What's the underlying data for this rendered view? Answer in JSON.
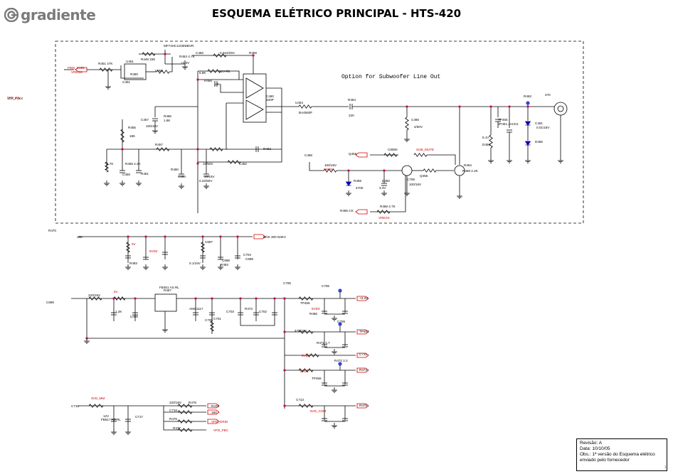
{
  "logo": {
    "text": "gradiente"
  },
  "title": "ESQUEMA ELÉTRICO PRINCIPAL - HTS-420",
  "subwoofer_note": "Option for Subwoofer Line Out",
  "revision": {
    "rev": "Revisão: A",
    "date": "Data: 10/10/05",
    "obs1": "Obs.: 1ª versão do Esquema elétrico",
    "obs2": "enviado pelo fornecedor"
  },
  "page_number": "1",
  "colors": {
    "wire": "#000000",
    "signal": "#cc0000",
    "node": "#cc0066",
    "led": "#0000aa",
    "testpoint": "#3344cc"
  },
  "labels": [
    {
      "text": "FRM_SUBL",
      "color": "#cc0000"
    },
    {
      "text": "VREG3",
      "color": "#cc0000"
    },
    {
      "text": "R451  47K",
      "color": "#000"
    },
    {
      "text": "U451",
      "color": "#000"
    },
    {
      "text": "R450",
      "color": "#000"
    },
    {
      "text": "R449  33K",
      "color": "#000"
    },
    {
      "text": "C451",
      "color": "#000"
    },
    {
      "text": "U452",
      "color": "#000"
    },
    {
      "text": "MF74HC1G08DBVR",
      "color": "#000"
    },
    {
      "text": "R453  4.7K",
      "color": "#000"
    },
    {
      "text": "+3.3V",
      "color": "#000"
    },
    {
      "text": "C456",
      "color": "#000"
    },
    {
      "text": "0.022/25V",
      "color": "#000"
    },
    {
      "text": "R459",
      "color": "#000"
    },
    {
      "text": "6.8K",
      "color": "#000"
    },
    {
      "text": "12V-Filt",
      "color": "#000"
    },
    {
      "text": "R456",
      "color": "#000"
    },
    {
      "text": "10K",
      "color": "#000"
    },
    {
      "text": "C460",
      "color": "#000"
    },
    {
      "text": "100P",
      "color": "#000"
    },
    {
      "text": "U454",
      "color": "#000"
    },
    {
      "text": "BA4560F",
      "color": "#000"
    },
    {
      "text": "R454",
      "color": "#000"
    },
    {
      "text": "220",
      "color": "#000"
    },
    {
      "text": "C466",
      "color": "#000"
    },
    {
      "text": "4/50V",
      "color": "#000"
    },
    {
      "text": "R463",
      "color": "#000"
    },
    {
      "text": "47K",
      "color": "#000"
    },
    {
      "text": "TP455",
      "color": "#000"
    },
    {
      "text": "JP451 JACK2",
      "color": "#000"
    },
    {
      "text": "C461",
      "color": "#000"
    },
    {
      "text": "0.01/16V",
      "color": "#000"
    },
    {
      "text": "D455",
      "color": "#000"
    },
    {
      "text": "5.1V",
      "color": "#000"
    },
    {
      "text": "D456",
      "color": "#000"
    },
    {
      "text": "R466",
      "color": "#000"
    },
    {
      "text": "1.8K",
      "color": "#000"
    },
    {
      "text": "C457",
      "color": "#000"
    },
    {
      "text": "100/16V",
      "color": "#000"
    },
    {
      "text": "R455",
      "color": "#000"
    },
    {
      "text": "18K",
      "color": "#000"
    },
    {
      "text": "R457",
      "color": "#000"
    },
    {
      "text": "4.7K",
      "color": "#000"
    },
    {
      "text": "R458  2.2K",
      "color": "#000"
    },
    {
      "text": "C458",
      "color": "#000"
    },
    {
      "text": "R460",
      "color": "#000"
    },
    {
      "text": "R461",
      "color": "#000"
    },
    {
      "text": "C464",
      "color": "#000"
    },
    {
      "text": "0.22/50V",
      "color": "#000"
    },
    {
      "text": "10/16V",
      "color": "#000"
    },
    {
      "text": "10/50V",
      "color": "#000"
    },
    {
      "text": "C462",
      "color": "#000"
    },
    {
      "text": "R462",
      "color": "#000"
    },
    {
      "text": "C468",
      "color": "#000"
    },
    {
      "text": "100/16V",
      "color": "#000"
    },
    {
      "text": "REFE",
      "color": "#cc0000"
    },
    {
      "text": "R459",
      "color": "#000"
    },
    {
      "text": "470K",
      "color": "#000"
    },
    {
      "text": "D450",
      "color": "#000"
    },
    {
      "text": "3.3V",
      "color": "#000"
    },
    {
      "text": "C708",
      "color": "#000"
    },
    {
      "text": "100/16V",
      "color": "#000"
    },
    {
      "text": "Q456",
      "color": "#000"
    },
    {
      "text": "R464",
      "color": "#000"
    },
    {
      "text": "R469  2.2K",
      "color": "#000"
    },
    {
      "text": "Q455",
      "color": "#000"
    },
    {
      "text": "C8050",
      "color": "#000"
    },
    {
      "text": "SUB_MUTE",
      "color": "#cc0000"
    },
    {
      "text": "R465  CK",
      "color": "#000"
    },
    {
      "text": "R468  4.7K",
      "color": "#000"
    },
    {
      "text": "VREG3",
      "color": "#cc0000"
    },
    {
      "text": "R470",
      "color": "#000"
    },
    {
      "text": "18K",
      "color": "#000"
    },
    {
      "text": "BOX 300 N3KV",
      "color": "#000"
    },
    {
      "text": "5V",
      "color": "#cc0000"
    },
    {
      "text": "5VD2",
      "color": "#cc0000"
    },
    {
      "text": "R483",
      "color": "#000"
    },
    {
      "text": "C697",
      "color": "#000"
    },
    {
      "text": "0.1/16V",
      "color": "#000"
    },
    {
      "text": "C698",
      "color": "#000"
    },
    {
      "text": "R484",
      "color": "#000"
    },
    {
      "text": "C704",
      "color": "#000"
    },
    {
      "text": "C699",
      "color": "#000"
    },
    {
      "text": "C696",
      "color": "#000"
    },
    {
      "text": "220/16V",
      "color": "#000"
    },
    {
      "text": "5V",
      "color": "#cc0000"
    },
    {
      "text": "FB451 AS RL",
      "color": "#000"
    },
    {
      "text": "R467",
      "color": "#000"
    },
    {
      "text": "1.2K",
      "color": "#000"
    },
    {
      "text": "U456",
      "color": "#000"
    },
    {
      "text": "AMS1117",
      "color": "#000"
    },
    {
      "text": "C700",
      "color": "#000"
    },
    {
      "text": "C701",
      "color": "#000"
    },
    {
      "text": "C703",
      "color": "#000"
    },
    {
      "text": "R473",
      "color": "#000"
    },
    {
      "text": "C702",
      "color": "#000"
    },
    {
      "text": "C705",
      "color": "#000"
    },
    {
      "text": "C706",
      "color": "#000"
    },
    {
      "text": "+3.3V",
      "color": "#000"
    },
    {
      "text": "TP456",
      "color": "#000"
    },
    {
      "text": "5VD3",
      "color": "#cc0000"
    },
    {
      "text": "R466",
      "color": "#000"
    },
    {
      "text": "C709",
      "color": "#000"
    },
    {
      "text": "470/16V",
      "color": "#000"
    },
    {
      "text": "TP457",
      "color": "#000"
    },
    {
      "text": "R471  4.7",
      "color": "#000"
    },
    {
      "text": "5VD4",
      "color": "#cc0000"
    },
    {
      "text": "C711",
      "color": "#000"
    },
    {
      "text": "R472  2.2",
      "color": "#000"
    },
    {
      "text": "5VD5",
      "color": "#cc0000"
    },
    {
      "text": "TP458",
      "color": "#000"
    },
    {
      "text": "R474",
      "color": "#000"
    },
    {
      "text": "C713",
      "color": "#000"
    },
    {
      "text": "5VD_COM",
      "color": "#cc0000"
    },
    {
      "text": "R475",
      "color": "#000"
    },
    {
      "text": "C715",
      "color": "#000"
    },
    {
      "text": "3VD_MM",
      "color": "#cc0000"
    },
    {
      "text": "12V",
      "color": "#000"
    },
    {
      "text": "FB617 AS RL",
      "color": "#000"
    },
    {
      "text": "C717",
      "color": "#000"
    },
    {
      "text": "220/16V",
      "color": "#000"
    },
    {
      "text": "C718",
      "color": "#000"
    },
    {
      "text": "R476",
      "color": "#000"
    },
    {
      "text": "R477",
      "color": "#000"
    },
    {
      "text": "R478",
      "color": "#000"
    },
    {
      "text": "R479",
      "color": "#000"
    },
    {
      "text": "180",
      "color": "#000"
    },
    {
      "text": "VFD_GRID",
      "color": "#cc0000"
    },
    {
      "text": "VFD_FBC",
      "color": "#cc0000"
    },
    {
      "text": "VFD_FIL",
      "color": "#cc0000"
    },
    {
      "text": "12V_FLEX",
      "color": "#000"
    }
  ]
}
